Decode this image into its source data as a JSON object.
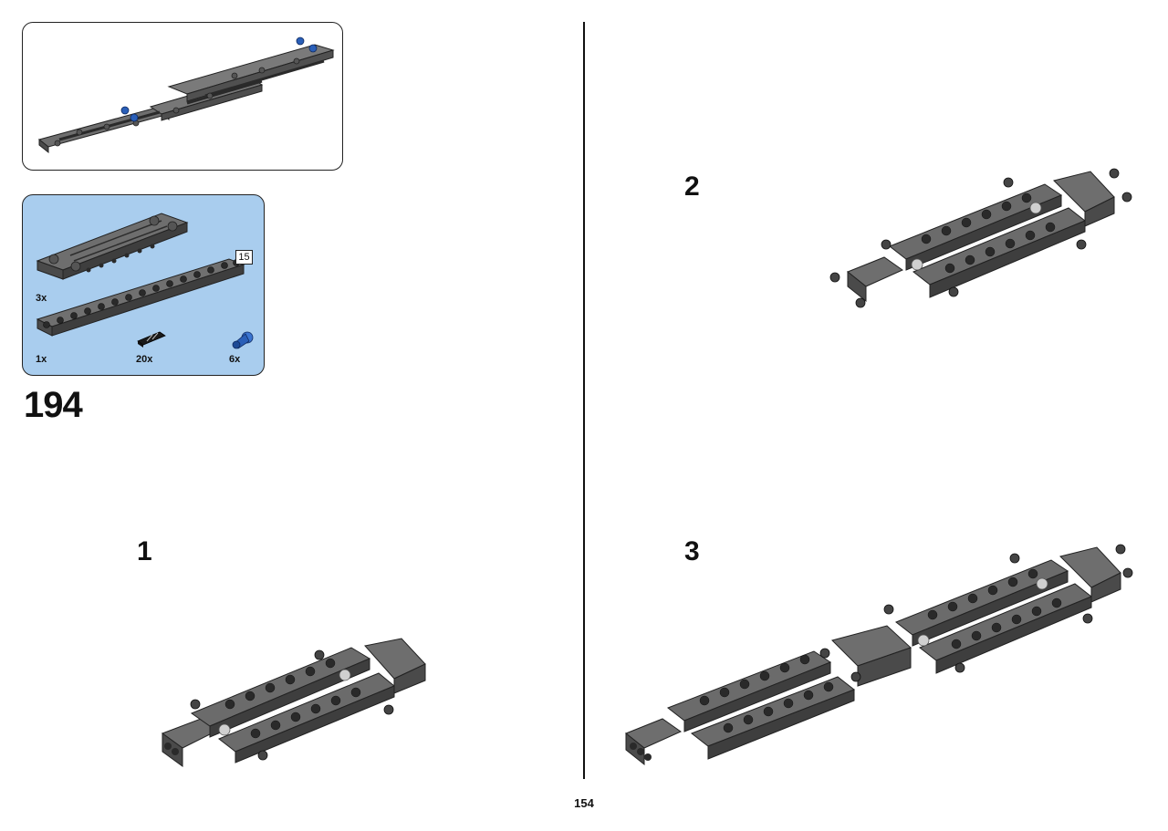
{
  "step": {
    "number": "194"
  },
  "sub_steps": [
    "1",
    "2",
    "3"
  ],
  "page_number": "154",
  "parts": {
    "length_label": "15",
    "items": [
      {
        "qty": "3x",
        "part": "flat-liftarm-panel"
      },
      {
        "qty": "1x",
        "part": "beam-15"
      },
      {
        "qty": "20x",
        "part": "black-pin"
      },
      {
        "qty": "6x",
        "part": "blue-axle-pin"
      }
    ]
  },
  "colors": {
    "parts_box_bg": "#a9cdee",
    "beam_gray": "#6b6b6b",
    "beam_dark": "#3c3c3c",
    "pin_blue": "#2a5fb8",
    "pin_black": "#1a1a1a"
  }
}
